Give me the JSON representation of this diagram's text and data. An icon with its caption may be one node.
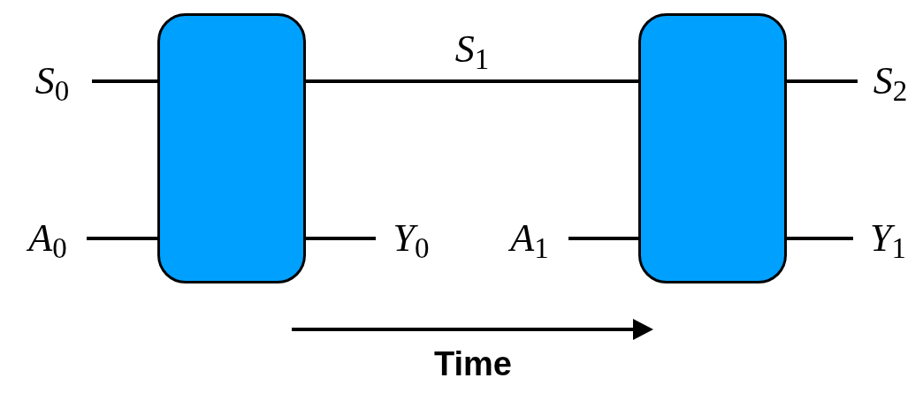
{
  "diagram": {
    "nodes": [
      {
        "text": [
          "*S*$_{0}$"
        ]
      },
      {
        "text": [],
        "shape": "box"
      },
      {
        "text": [],
        "shape": "box"
      },
      {
        "text": [
          "*S*$_{2}$"
        ]
      },
      {
        "text": [
          "*A*$_{0}$"
        ]
      },
      {
        "text": [
          "*Y*$_{0}$"
        ]
      },
      {
        "text": [
          "*A*$_{1}$"
        ]
      },
      {
        "text": [
          "*Y*$_{1}$"
        ]
      }
    ],
    "edges": [
      {
        "from": 0,
        "to": 1,
        "arrow": "none"
      },
      {
        "from": 1,
        "to": 2,
        "arrow": "none",
        "label": "*S*$_{1}$"
      },
      {
        "from": 2,
        "to": 3,
        "arrow": "none"
      },
      {
        "from": 4,
        "to": 1,
        "arrow": "none"
      },
      {
        "from": 1,
        "to": 5,
        "arrow": "none"
      },
      {
        "from": 6,
        "to": 2,
        "arrow": "none"
      },
      {
        "from": 2,
        "to": 7,
        "arrow": "none"
      }
    ],
    "labels": [
      "Time"
    ]
  }
}
